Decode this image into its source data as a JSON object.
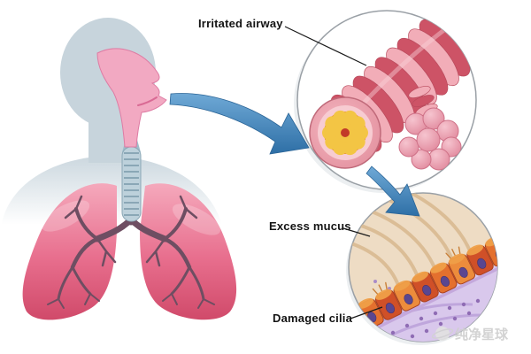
{
  "labels": {
    "irritated_airway": "Irritated airway",
    "excess_mucus": "Excess mucus",
    "damaged_cilia": "Damaged cilia"
  },
  "watermark": {
    "text": "纯净星球"
  },
  "colors": {
    "silhouette": "#c7d4dc",
    "lung_light": "#f6aec0",
    "lung_mid": "#e86f8e",
    "lung_dark": "#cf4868",
    "arrow_light": "#6fa9d6",
    "arrow_dark": "#2e6fa6",
    "airway_pink": "#f2adb8",
    "airway_red": "#cd5366",
    "lumen_yellow": "#f3c544",
    "lumen_orange": "#e0762f",
    "mucus_beige": "#eedcc4",
    "cilia_lavender": "#d9c8ec",
    "cell_orange": "#e4702e",
    "label_text": "#141414"
  }
}
